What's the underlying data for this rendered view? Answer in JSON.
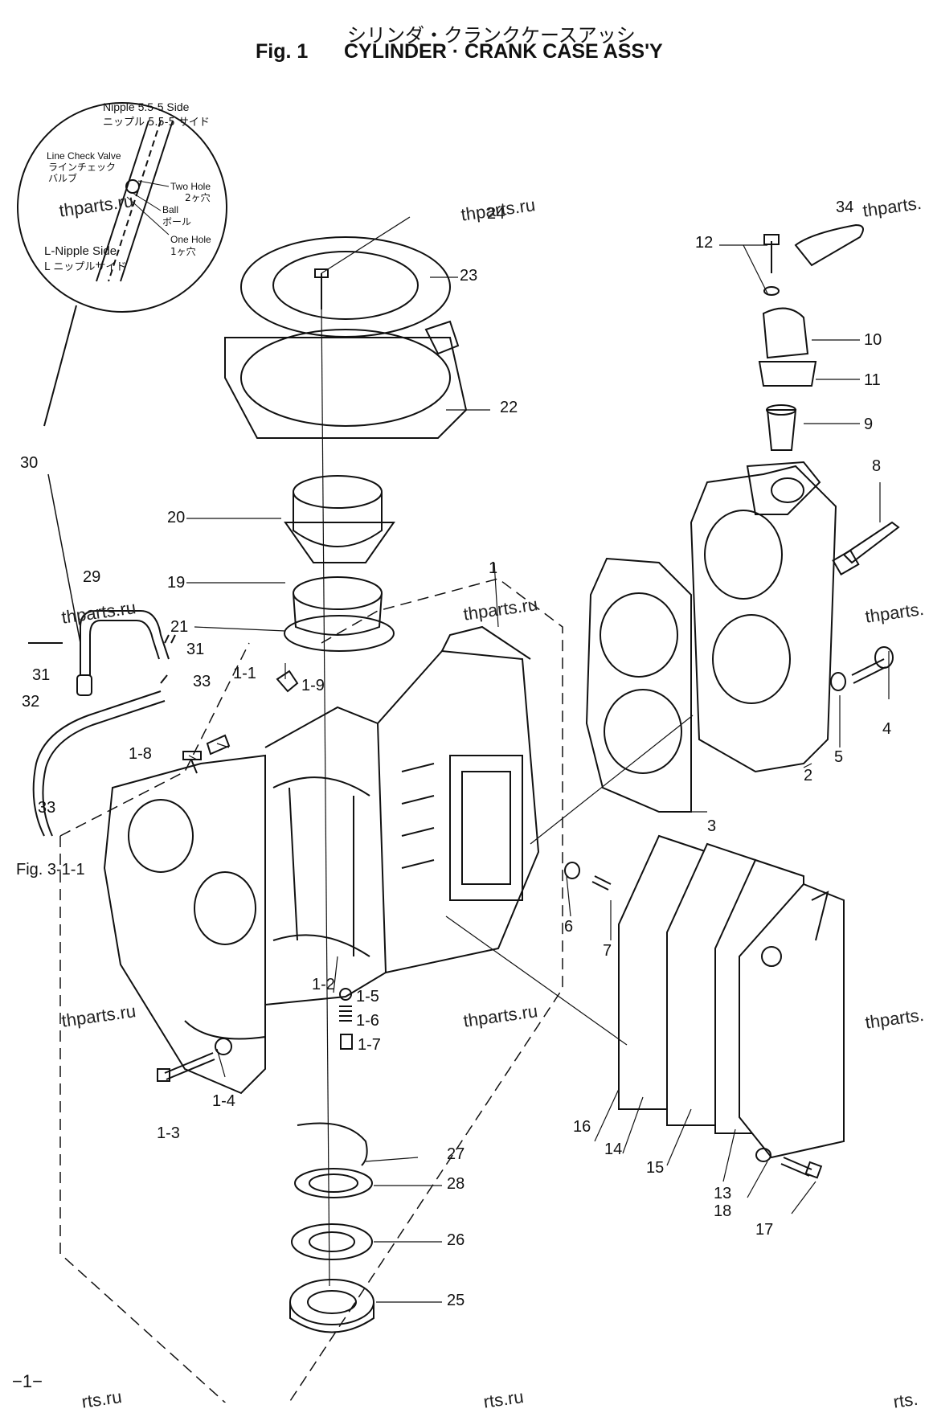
{
  "header": {
    "title_jp": "シリンダ・クランクケースアッシ",
    "fig_label": "Fig. 1",
    "title_en": "CYLINDER · CRANK CASE ASS'Y"
  },
  "inset": {
    "nipple_side": "Nipple 5.5-5 Side",
    "nipple_side_jp": "ニップル 5.5-5 サイド",
    "line_check_valve": "Line Check Valve",
    "line_check_valve_jp1": "ラインチェック",
    "line_check_valve_jp2": "バルブ",
    "two_hole": "Two Hole",
    "two_hole_jp": "2ヶ穴",
    "ball": "Ball",
    "ball_jp": "ボール",
    "one_hole": "One Hole",
    "one_hole_jp": "1ヶ穴",
    "l_nipple_side": "L-Nipple Side",
    "l_nipple_side_jp": "L ニップルサイド"
  },
  "parts": {
    "p1": "1",
    "p2": "2",
    "p3": "3",
    "p4": "4",
    "p5": "5",
    "p6": "6",
    "p7": "7",
    "p8": "8",
    "p9": "9",
    "p10": "10",
    "p11": "11",
    "p12": "12",
    "p13": "13",
    "p14": "14",
    "p15": "15",
    "p16": "16",
    "p17": "17",
    "p18": "18",
    "p19": "19",
    "p20": "20",
    "p21": "21",
    "p22": "22",
    "p23": "23",
    "p24": "24",
    "p25": "25",
    "p26": "26",
    "p27": "27",
    "p28": "28",
    "p29": "29",
    "p30": "30",
    "p31a": "31",
    "p31b": "31",
    "p32": "32",
    "p33a": "33",
    "p33b": "33",
    "p34": "34",
    "p1_1": "1-1",
    "p1_2": "1-2",
    "p1_3": "1-3",
    "p1_4": "1-4",
    "p1_5": "1-5",
    "p1_6": "1-6",
    "p1_7": "1-7",
    "p1_8": "1-8",
    "p1_9": "1-9",
    "fig_ref": "Fig. 3-1-1"
  },
  "watermarks": {
    "w1": "thparts.ru",
    "w2": "thparts.ru",
    "w3": "thparts.",
    "w4": "thparts.ru",
    "w5": "thparts.ru",
    "w6": "thparts.",
    "w7": "thparts.ru",
    "w8": "thparts.ru",
    "w9": "thparts.",
    "w10": "rts.ru",
    "w11": "rts.ru",
    "w12": "rts."
  },
  "footer": {
    "page": "−1−"
  }
}
